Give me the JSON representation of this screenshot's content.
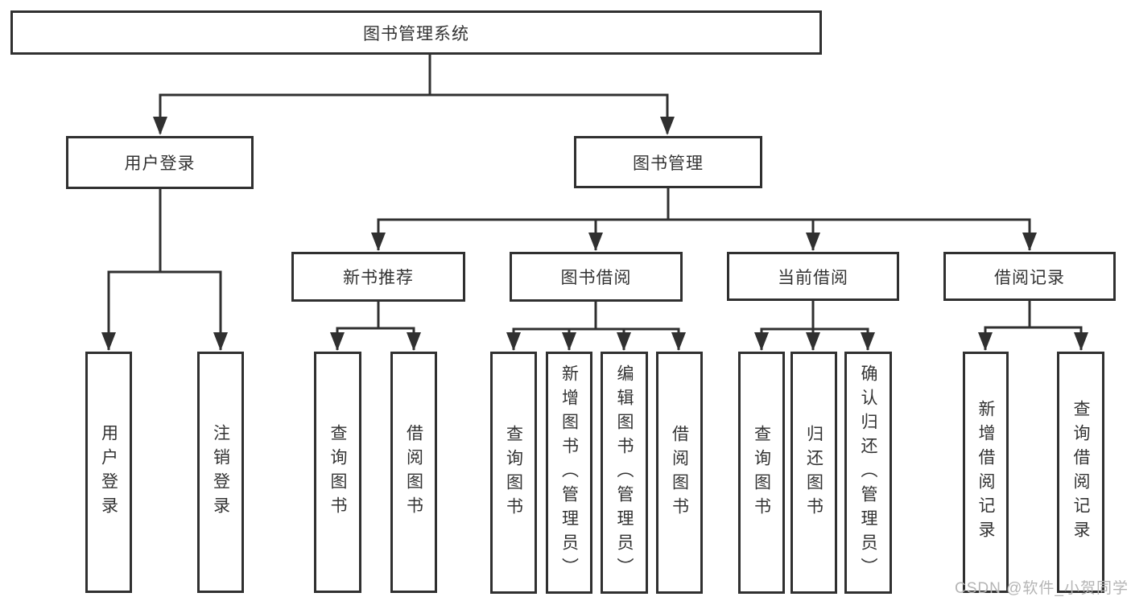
{
  "diagram": {
    "type": "tree",
    "root": {
      "label": "图书管理系统"
    },
    "level2": {
      "user_login": "用户登录",
      "book_management": "图书管理"
    },
    "level3": {
      "new_book_recommend": "新书推荐",
      "book_borrow": "图书借阅",
      "current_borrow": "当前借阅",
      "borrow_records": "借阅记录"
    },
    "leaves": {
      "user_login": "用户登录",
      "logout": "注销登录",
      "rec_query_books": "查询图书",
      "rec_borrow_books": "借阅图书",
      "bb_query_books": "查询图书",
      "bb_add_books": "新增图书（管理员）",
      "bb_edit_books": "编辑图书（管理员）",
      "bb_borrow_books": "借阅图书",
      "cb_query_books": "查询图书",
      "cb_return_books": "归还图书",
      "cb_confirm_return": "确认归还（管理员）",
      "br_add_record": "新增借阅记录",
      "br_query_record": "查询借阅记录"
    },
    "colors": {
      "line": "#303030",
      "text": "#333333",
      "box_fill": "#ffffff",
      "watermark": "#b5b5b5"
    },
    "watermark": "CSDN @软件_小贺同学"
  }
}
